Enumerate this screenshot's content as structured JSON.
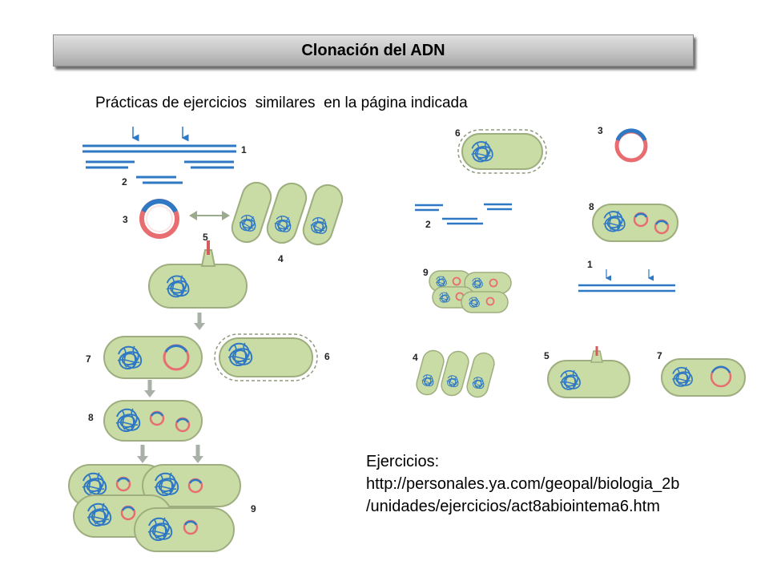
{
  "title": "Clonación del ADN",
  "subtitle": "Prácticas de ejercicios  similares  en la página indicada",
  "exercises": {
    "heading": "Ejercicios:",
    "url_line1": "http://personales.ya.com/geopal/biologia_2b",
    "url_line2": "/unidades/ejercicios/act8abiointema6.htm"
  },
  "diagram": {
    "left_labels": [
      "1",
      "2",
      "3",
      "4",
      "5",
      "6",
      "7",
      "8",
      "9"
    ],
    "right_labels": [
      "6",
      "3",
      "2",
      "8",
      "9",
      "1",
      "4",
      "5",
      "7"
    ]
  },
  "colors": {
    "cell_fill": "#c9dca6",
    "cell_stroke": "#9eae7e",
    "dna_blue": "#2f78c4",
    "plasmid_red": "#e86d70",
    "arrow_green": "#9aaa8c",
    "arrow_gray": "#a8b0a8"
  }
}
